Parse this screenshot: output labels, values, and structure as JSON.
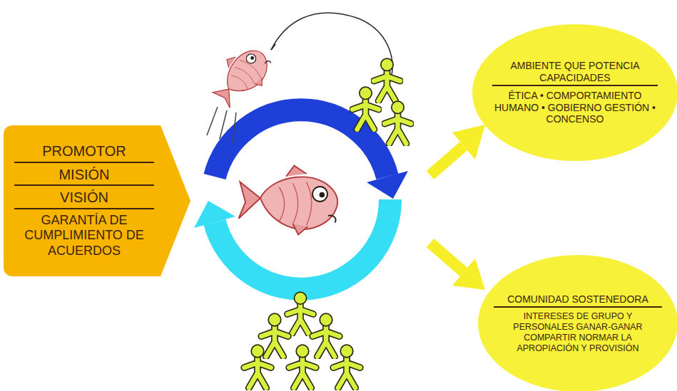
{
  "diagram": {
    "nodes": [
      {
        "text": [
          "PROMOTOR",
          "MISIÓN",
          "VISIÓN",
          "GARANTÍA DE CUMPLIMIENTO DE ACUERDOS"
        ]
      },
      {
        "text": [
          "AMBIENTE QUE POTENCIA CAPACIDADES",
          "ÉTICA • COMPORTAMIENTO HUMANO • GOBIERNO GESTIÓN • CONCENSO"
        ]
      },
      {
        "text": [
          "COMUNIDAD SOSTENEDORA",
          "INTERESES DE GRUPO Y PERSONALES GANAR-GANAR COMPARTIR NORMAR LA APROPIACIÓN Y PROVISIÓN"
        ]
      }
    ]
  }
}
